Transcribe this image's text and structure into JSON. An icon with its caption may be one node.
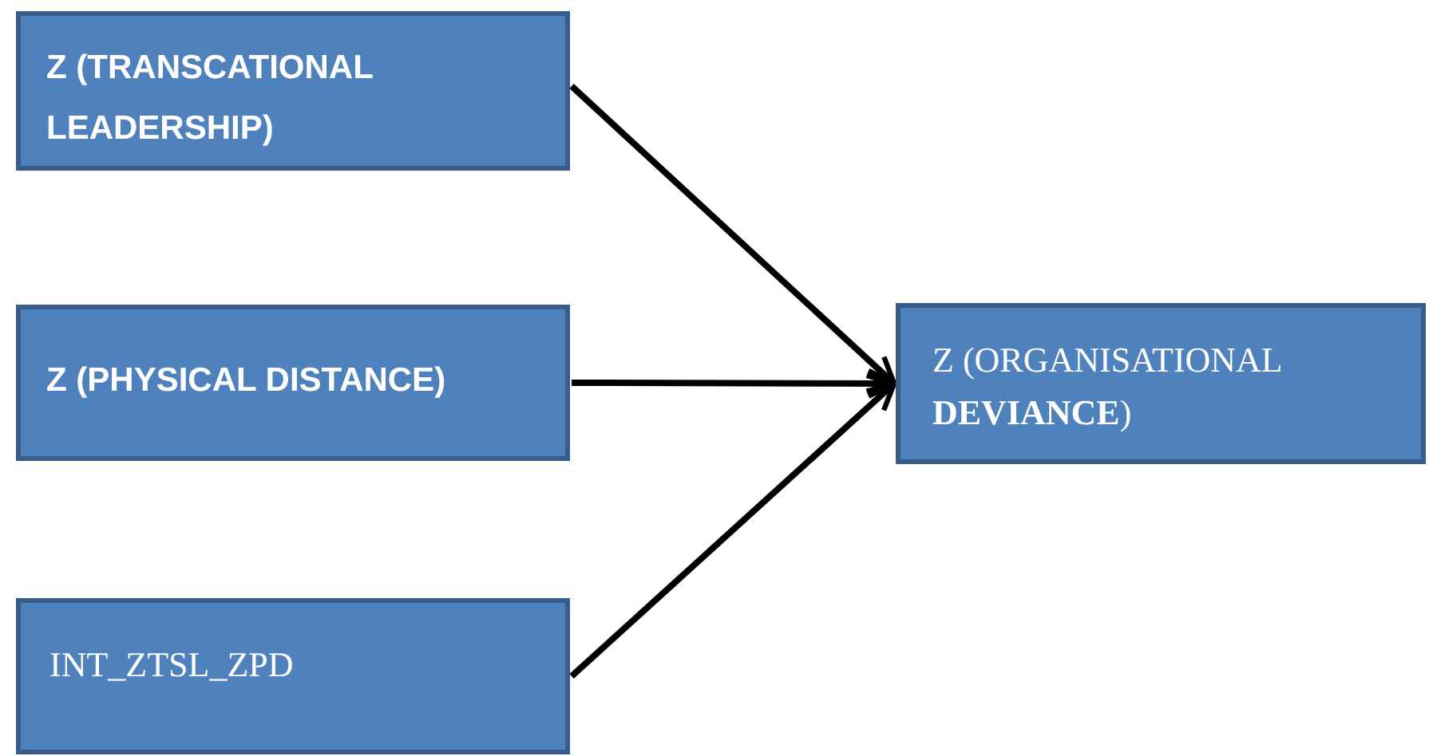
{
  "diagram": {
    "nodes": [
      {
        "text": [
          "Z (TRANSCATIONAL LEADERSHIP)"
        ]
      },
      {
        "text": [
          "Z (PHYSICAL DISTANCE)"
        ]
      },
      {
        "text": [
          "INT_ZTSL_ZPD"
        ]
      },
      {
        "text": [
          "Z (ORGANISATIONAL **DEVIANCE**)"
        ]
      }
    ],
    "edges": [
      {
        "from": 0,
        "to": 3,
        "arrow": "to"
      },
      {
        "from": 1,
        "to": 3,
        "arrow": "to"
      },
      {
        "from": 2,
        "to": 3,
        "arrow": "to"
      }
    ]
  }
}
